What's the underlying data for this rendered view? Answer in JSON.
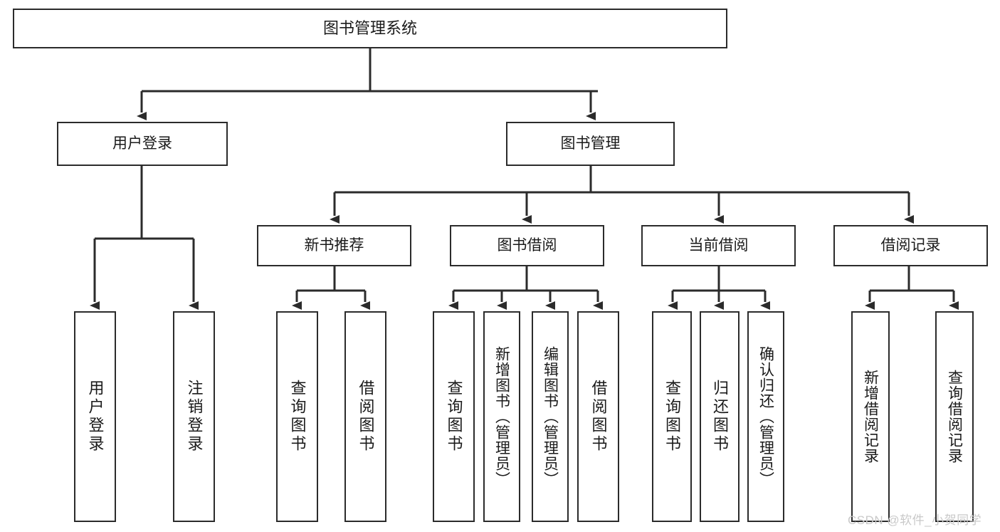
{
  "diagram": {
    "type": "tree-hierarchy-diagram",
    "title": "图书管理系统",
    "colors": {
      "stroke": "#2b2b2b",
      "fill": "#ffffff",
      "text": "#1a1a1a",
      "watermark": "#c9c9c9"
    },
    "levels": {
      "root": {
        "label": "图书管理系统"
      },
      "level2": [
        {
          "id": "user-login",
          "label": "用户登录"
        },
        {
          "id": "book-management",
          "label": "图书管理"
        }
      ],
      "level3": [
        {
          "id": "new-book-recommend",
          "label": "新书推荐",
          "parent": "book-management"
        },
        {
          "id": "book-borrow",
          "label": "图书借阅",
          "parent": "book-management"
        },
        {
          "id": "current-borrow",
          "label": "当前借阅",
          "parent": "book-management"
        },
        {
          "id": "borrow-record",
          "label": "借阅记录",
          "parent": "book-management"
        }
      ],
      "leaves": [
        {
          "id": "leaf-user-login",
          "label": "用户登录",
          "parent": "user-login"
        },
        {
          "id": "leaf-logout-login",
          "label": "注销登录",
          "parent": "user-login"
        },
        {
          "id": "leaf-query-book-1",
          "label": "查询图书",
          "parent": "new-book-recommend"
        },
        {
          "id": "leaf-borrow-book-1",
          "label": "借阅图书",
          "parent": "new-book-recommend"
        },
        {
          "id": "leaf-query-book-2",
          "label": "查询图书",
          "parent": "book-borrow"
        },
        {
          "id": "leaf-add-book",
          "label": "新增图书（管理员）",
          "parent": "book-borrow"
        },
        {
          "id": "leaf-edit-book",
          "label": "编辑图书（管理员）",
          "parent": "book-borrow"
        },
        {
          "id": "leaf-borrow-book-2",
          "label": "借阅图书",
          "parent": "book-borrow"
        },
        {
          "id": "leaf-query-book-3",
          "label": "查询图书",
          "parent": "current-borrow"
        },
        {
          "id": "leaf-return-book",
          "label": "归还图书",
          "parent": "current-borrow"
        },
        {
          "id": "leaf-confirm-return",
          "label": "确认归还（管理员）",
          "parent": "current-borrow"
        },
        {
          "id": "leaf-add-record",
          "label": "新增借阅记录",
          "parent": "borrow-record"
        },
        {
          "id": "leaf-query-record",
          "label": "查询借阅记录",
          "parent": "borrow-record"
        }
      ]
    },
    "watermark": "CSDN @软件_小贺同学"
  }
}
